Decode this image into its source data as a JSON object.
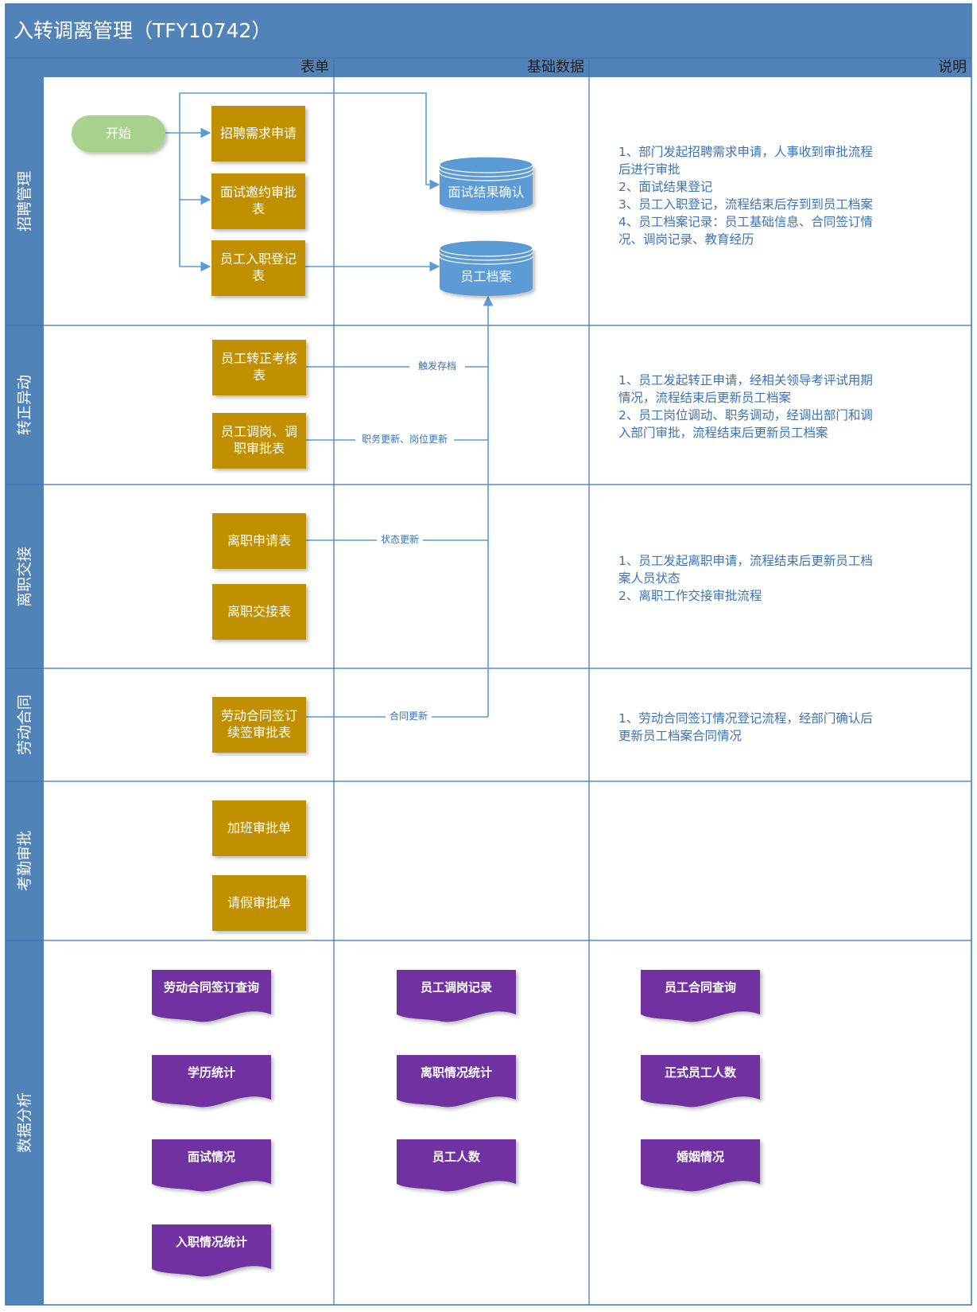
{
  "title": "入转调离管理（TFY10742）",
  "columns": [
    "表单",
    "基础数据",
    "说明"
  ],
  "lanes": [
    "招聘管理",
    "转正异动",
    "离职交接",
    "劳动合同",
    "考勤审批",
    "数据分析"
  ],
  "start": "开始",
  "forms": [
    "招聘需求申请",
    "面试邀约审批表",
    "员工入职登记表",
    "员工转正考核表",
    "员工调岗、调职审批表",
    "离职申请表",
    "离职交接表",
    "劳动合同签订续签审批表",
    "加班审批单",
    "请假审批单"
  ],
  "databases": [
    "面试结果确认",
    "员工档案"
  ],
  "edge_labels": [
    "触发存档",
    "职务更新、岗位更新",
    "状态更新",
    "合同更新"
  ],
  "notes": [
    [
      "1、部门发起招聘需求申请，人事收到审批流程后进行审批",
      "2、面试结果登记",
      "3、员工入职登记，流程结束后存到到员工档案",
      "4、员工档案记录：员工基础信息、合同签订情况、调岗记录、教育经历"
    ],
    [
      "1、员工发起转正申请，经相关领导考评试用期情况，流程结束后更新员工档案",
      "2、员工岗位调动、职务调动，经调出部门和调入部门审批，流程结束后更新员工档案"
    ],
    [
      "1、员工发起离职申请，流程结束后更新员工档案人员状态",
      "2、离职工作交接审批流程"
    ],
    [
      "1、劳动合同签订情况登记流程，经部门确认后更新员工档案合同情况"
    ]
  ],
  "reports": [
    [
      "劳动合同签订查询",
      "学历统计",
      "面试情况",
      "入职情况统计"
    ],
    [
      "员工调岗记录",
      "离职情况统计",
      "员工人数"
    ],
    [
      "员工合同查询",
      "正式员工人数",
      "婚姻情况"
    ]
  ],
  "colors": {
    "header_blue": "#5283b8",
    "lane_border": "#3b73b5",
    "form_gold": "#c09000",
    "start_green": "#a9d18e",
    "db_blue": "#5b9bd5",
    "report_purple": "#7030a0",
    "connector": "#5b9bd5",
    "note_text": "#3b73b5"
  }
}
